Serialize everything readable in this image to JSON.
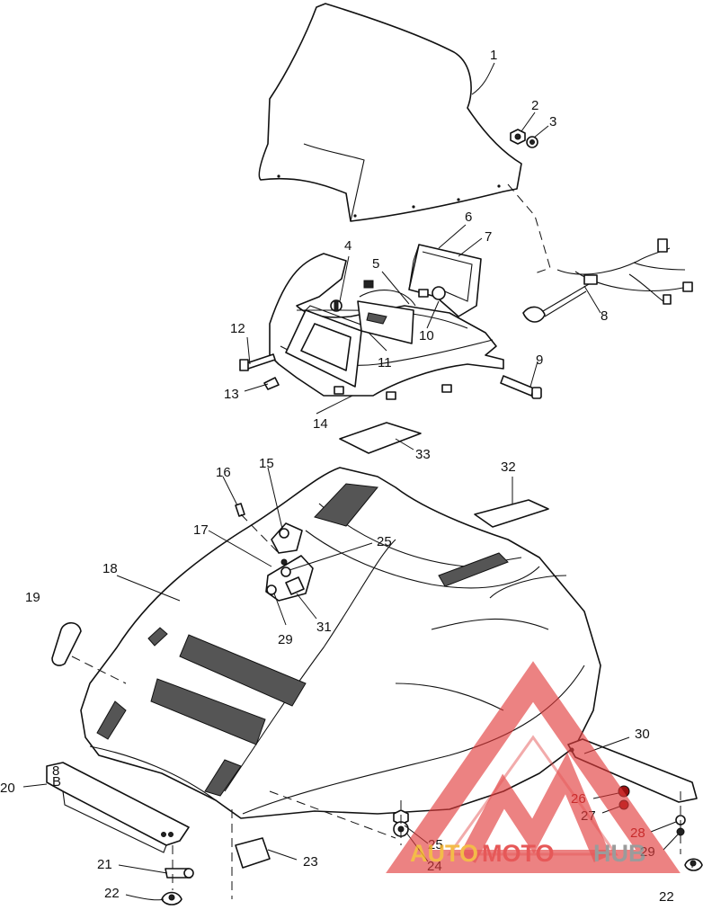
{
  "callouts": [
    {
      "id": "c1",
      "text": "1"
    },
    {
      "id": "c2",
      "text": "2"
    },
    {
      "id": "c3",
      "text": "3"
    },
    {
      "id": "c4",
      "text": "4"
    },
    {
      "id": "c5",
      "text": "5"
    },
    {
      "id": "c6",
      "text": "6"
    },
    {
      "id": "c7",
      "text": "7"
    },
    {
      "id": "c8",
      "text": "8"
    },
    {
      "id": "c9",
      "text": "9"
    },
    {
      "id": "c10",
      "text": "10"
    },
    {
      "id": "c11",
      "text": "11"
    },
    {
      "id": "c12",
      "text": "12"
    },
    {
      "id": "c13",
      "text": "13"
    },
    {
      "id": "c14",
      "text": "14"
    },
    {
      "id": "c15",
      "text": "15"
    },
    {
      "id": "c16",
      "text": "16"
    },
    {
      "id": "c17",
      "text": "17"
    },
    {
      "id": "c18",
      "text": "18"
    },
    {
      "id": "c19",
      "text": "19"
    },
    {
      "id": "c20",
      "text": "20"
    },
    {
      "id": "c21",
      "text": "21"
    },
    {
      "id": "c22a",
      "text": "22"
    },
    {
      "id": "c22b",
      "text": "22"
    },
    {
      "id": "c23",
      "text": "23"
    },
    {
      "id": "c24",
      "text": "24"
    },
    {
      "id": "c25a",
      "text": "25"
    },
    {
      "id": "c25b",
      "text": "25"
    },
    {
      "id": "c26",
      "text": "26"
    },
    {
      "id": "c27",
      "text": "27"
    },
    {
      "id": "c28",
      "text": "28"
    },
    {
      "id": "c29a",
      "text": "29"
    },
    {
      "id": "c29b",
      "text": "29"
    },
    {
      "id": "c30",
      "text": "30"
    },
    {
      "id": "c31",
      "text": "31"
    },
    {
      "id": "c32",
      "text": "32"
    },
    {
      "id": "c33",
      "text": "33"
    }
  ],
  "watermark": {
    "part1": "AUTO",
    "part2": "MOTO",
    "part3": "HUB",
    "color_red": "#e23b3b",
    "color_yellow": "#f2b02a",
    "color_gray": "#8a8a8a"
  },
  "decal_marks": {
    "left_plate_top": "8",
    "left_plate_bottom": "B"
  }
}
